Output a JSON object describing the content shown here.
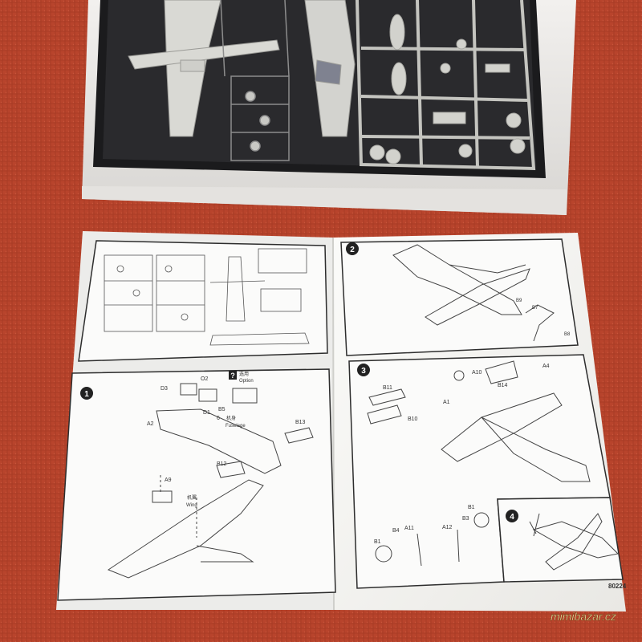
{
  "labels": {
    "step1": "1",
    "step2": "2",
    "step3": "3",
    "step4": "4",
    "option_mark": "?",
    "option_cn": "选用",
    "option_en": "Option",
    "fuselage_cn": "机身",
    "fuselage_en": "Fuselage",
    "wing_cn": "机翼",
    "wing_en": "Wing",
    "p1_D3": "D3",
    "p1_O2": "O2",
    "p1_D1": "D1",
    "p1_B5": "B5",
    "p1_6": "6",
    "p1_A2": "A2",
    "p1_B13": "B13",
    "p1_B12": "B12",
    "p1_A9": "A9",
    "p2_B9": "B9",
    "p2_B7": "B7",
    "p2_B8": "B8",
    "p3_A10": "A10",
    "p3_A4": "A4",
    "p3_B14": "B14",
    "p3_A1": "A1",
    "p3_B11": "B11",
    "p3_B10": "B10",
    "p3_B1a": "B1",
    "p3_B4": "B4",
    "p3_A11": "A11",
    "p3_A12": "A12",
    "p3_B3": "B3",
    "p3_B1b": "B1",
    "catalog": "80224"
  },
  "watermark": "mimibazar.cz",
  "colors": {
    "table": "#b8442c",
    "paper": "#f7f6f3",
    "plastic": "#d9d9d4",
    "tray": "#1b1b1d",
    "ink": "#2d2d2d"
  }
}
